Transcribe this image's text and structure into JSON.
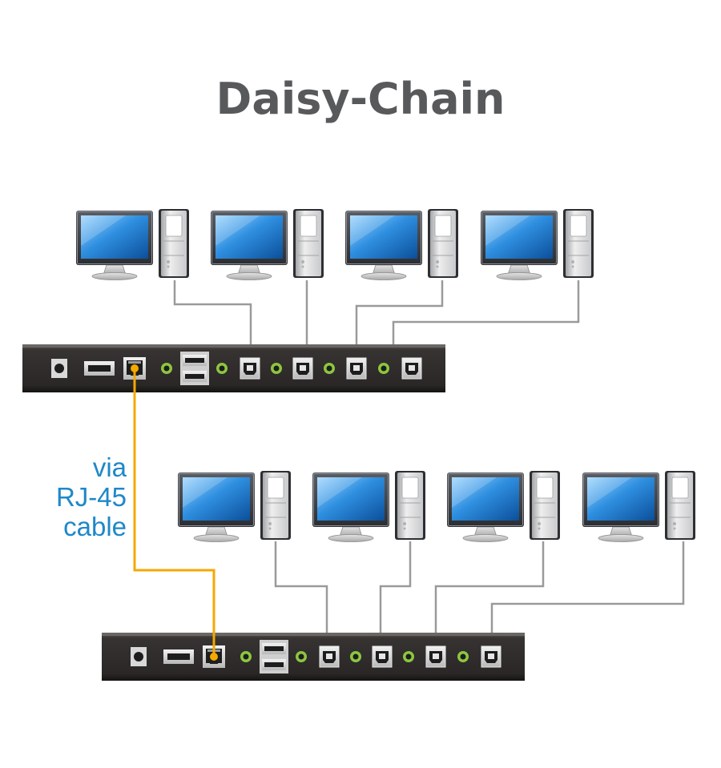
{
  "title": "Daisy-Chain",
  "cable_label": {
    "line1": "via",
    "line2": "RJ-45",
    "line3": "cable"
  },
  "colors": {
    "title": "#58595b",
    "label": "#1e88c8",
    "rj45_cable": "#f5a800",
    "usb_cable": "#9a9a9a",
    "kvm_body": "#2f2c2b",
    "led": "#8dc63f"
  },
  "diagram": {
    "units": [
      {
        "id": "kvm-top",
        "computers": 4
      },
      {
        "id": "kvm-bottom",
        "computers": 4
      }
    ],
    "icons": [
      "monitor-icon",
      "pc-tower-icon",
      "kvm-switch-icon",
      "usb-b-port-icon",
      "rj45-port-icon",
      "usb-a-port-icon",
      "power-jack-icon",
      "led-icon"
    ]
  }
}
